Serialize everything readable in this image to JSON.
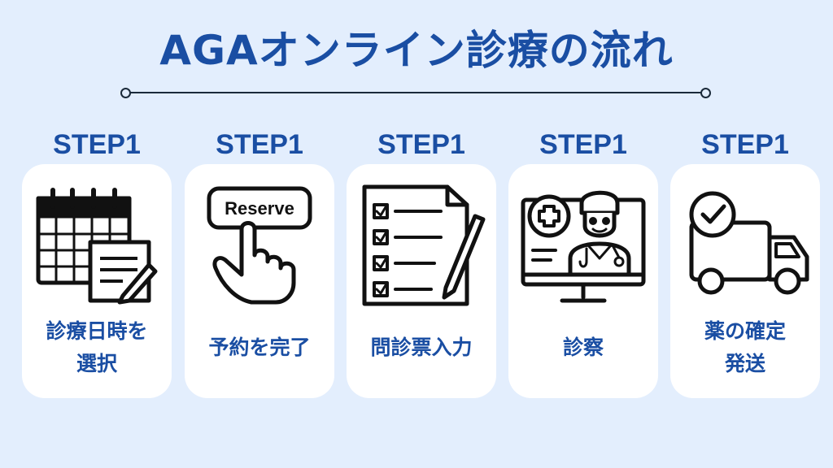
{
  "title": "AGAオンライン診療の流れ",
  "colors": {
    "accent": "#1a4ea3",
    "background": "#e3eefd",
    "card": "#ffffff",
    "ink": "#111111"
  },
  "steps": [
    {
      "label": "STEP1",
      "icon": "calendar-icon",
      "caption_lines": [
        "診療日時を",
        "選択"
      ]
    },
    {
      "label": "STEP1",
      "icon": "reserve-button-hand-icon",
      "button_text": "Reserve",
      "caption_lines": [
        "予約を完了"
      ]
    },
    {
      "label": "STEP1",
      "icon": "checklist-icon",
      "caption_lines": [
        "問診票入力"
      ]
    },
    {
      "label": "STEP1",
      "icon": "doctor-monitor-icon",
      "caption_lines": [
        "診察"
      ]
    },
    {
      "label": "STEP1",
      "icon": "delivery-truck-icon",
      "caption_lines": [
        "薬の確定",
        "発送"
      ]
    }
  ]
}
